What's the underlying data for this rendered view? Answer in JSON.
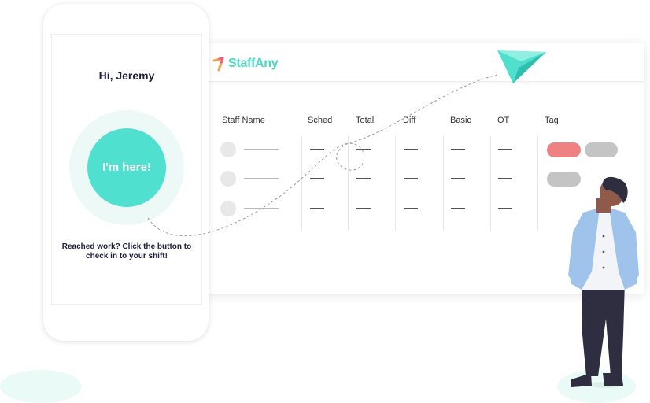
{
  "brand": {
    "name": "StaffAny",
    "accent": "#4dd6c2",
    "mark_colors": [
      "#f4a341",
      "#ef5f7a"
    ]
  },
  "phone": {
    "greeting": "Hi, Jeremy",
    "checkin_button": "I'm here!",
    "hint": "Reached work? Click the button to check in to your shift!"
  },
  "dashboard": {
    "columns": [
      "Staff Name",
      "Sched",
      "Total",
      "Diff",
      "Basic",
      "OT",
      "Tag"
    ],
    "rows": [
      {
        "tags": [
          "#ee8282",
          "#c4c4c4"
        ]
      },
      {
        "tags": [
          "#c4c4c4"
        ]
      },
      {
        "tags": []
      }
    ]
  },
  "colors": {
    "teal": "#50e0cf",
    "paper_plane": "#4ee0cd",
    "navy": "#1b1f3b"
  }
}
